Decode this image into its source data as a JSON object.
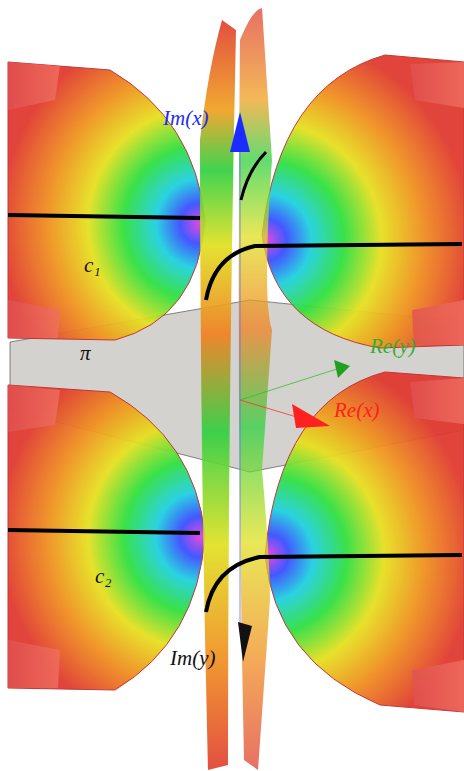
{
  "diagram": {
    "labels": [
      "Im(x)",
      "c₁",
      "π",
      "Re(y)",
      "Re(x)",
      "c₂",
      "Im(y)"
    ]
  }
}
